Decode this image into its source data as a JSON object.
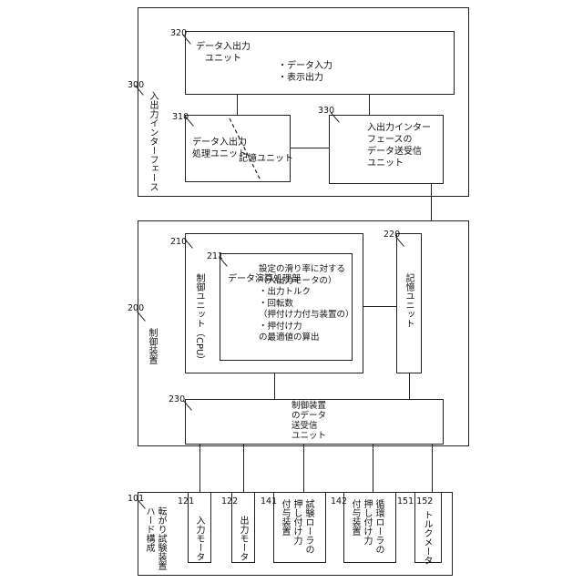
{
  "io_interface": {
    "ref": "300",
    "label": "入出力インターフェース",
    "unit_320_ref": "320",
    "unit_320_label": "データ入出力\nユニット",
    "unit_320_items": "・データ入力\n・表示出力",
    "unit_310_ref": "310",
    "unit_310_label_a": "データ入出力\n処理ユニット",
    "unit_310_label_b": "記憶ユニット",
    "unit_330_ref": "330",
    "unit_330_label": "入出力インター\nフェースの\nデータ送受信\nユニット"
  },
  "controller": {
    "ref": "200",
    "label": "制御装置",
    "unit_210_ref": "210",
    "unit_210_label": "制御ユニット（CPU）",
    "unit_211_ref": "211",
    "unit_211_title": "データ演算処理部",
    "unit_211_lines": "設定の滑り率に対する\n（入出力モータの）\n・出力トルク\n・回転数\n（押付け力付与装置の）\n・押付け力\nの最適値の算出",
    "unit_220_ref": "220",
    "unit_220_label": "記憶ユニット",
    "unit_230_ref": "230",
    "unit_230_label": "制御装置\nのデータ\n送受信\nユニット"
  },
  "hardware": {
    "ref": "101",
    "label": "転がり試験装置\nハード構成",
    "items": [
      {
        "ref": "121",
        "label": "入力モータ"
      },
      {
        "ref": "122",
        "label": "出力モータ"
      },
      {
        "ref": "141",
        "label": "試験ローラの\n押し付け力\n付与装置"
      },
      {
        "ref": "142",
        "label": "循環ローラの\n押し付け力\n付与装置"
      },
      {
        "ref": "151,152",
        "label": "トルクメータ"
      }
    ]
  }
}
